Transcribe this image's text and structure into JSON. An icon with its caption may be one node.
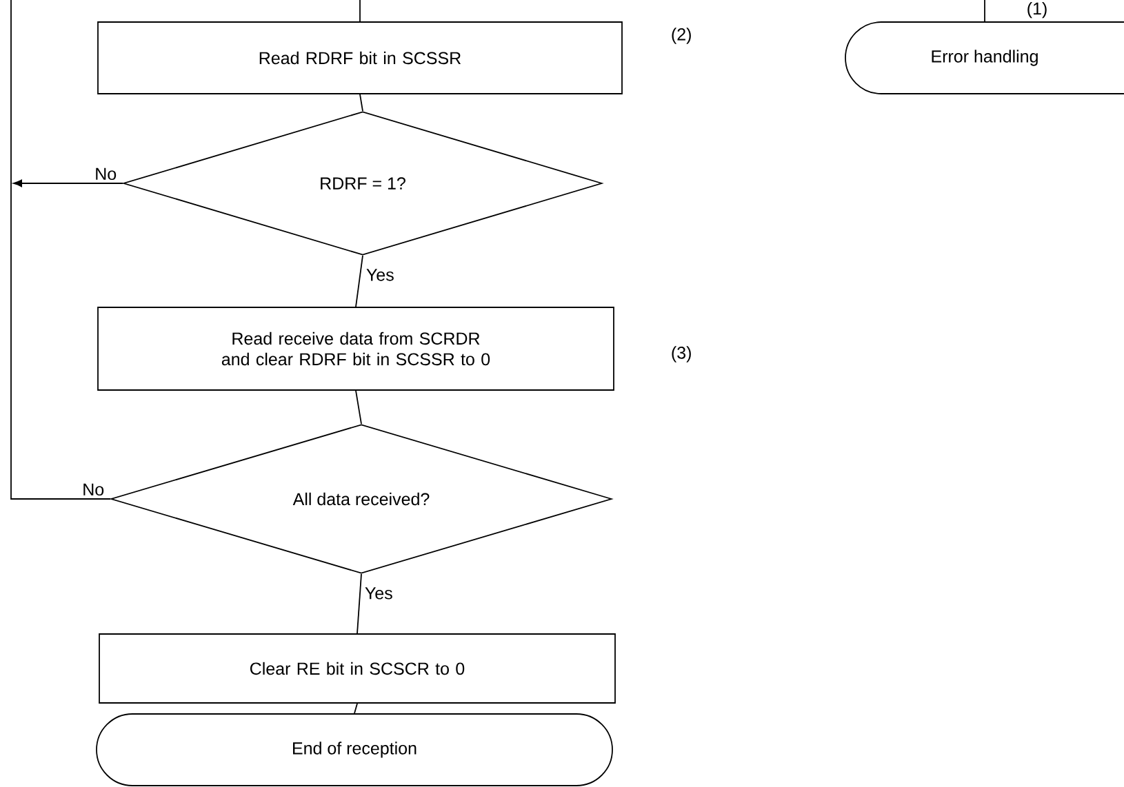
{
  "diagram": {
    "nodes": [
      {
        "text": [
          "Read RDRF bit in SCSSR"
        ]
      },
      {
        "text": [
          "RDRF = 1?"
        ]
      },
      {
        "text": [
          "Read receive data from SCRDR and clear RDRF bit in SCSSR to 0"
        ]
      },
      {
        "text": [
          "All data received?"
        ]
      },
      {
        "text": [
          "Clear RE bit in SCSCR to 0"
        ]
      },
      {
        "text": [
          "End of reception"
        ]
      },
      {
        "text": [
          "Error handling"
        ]
      }
    ],
    "edges": [
      {
        "from": null,
        "to": 0,
        "arrow": "none"
      },
      {
        "from": 0,
        "to": 1,
        "arrow": "none"
      },
      {
        "from": 1,
        "to": null,
        "arrow": "to",
        "label": "No"
      },
      {
        "from": 1,
        "to": 2,
        "arrow": "none",
        "label": "Yes"
      },
      {
        "from": 2,
        "to": 3,
        "arrow": "none"
      },
      {
        "from": 3,
        "to": null,
        "arrow": "none",
        "label": "No"
      },
      {
        "from": 3,
        "to": 4,
        "arrow": "none",
        "label": "Yes"
      },
      {
        "from": 4,
        "to": 5,
        "arrow": "none"
      },
      {
        "from": null,
        "to": 6,
        "arrow": "none"
      }
    ],
    "labels": [
      "(1)",
      "(2)",
      "(3)"
    ]
  }
}
